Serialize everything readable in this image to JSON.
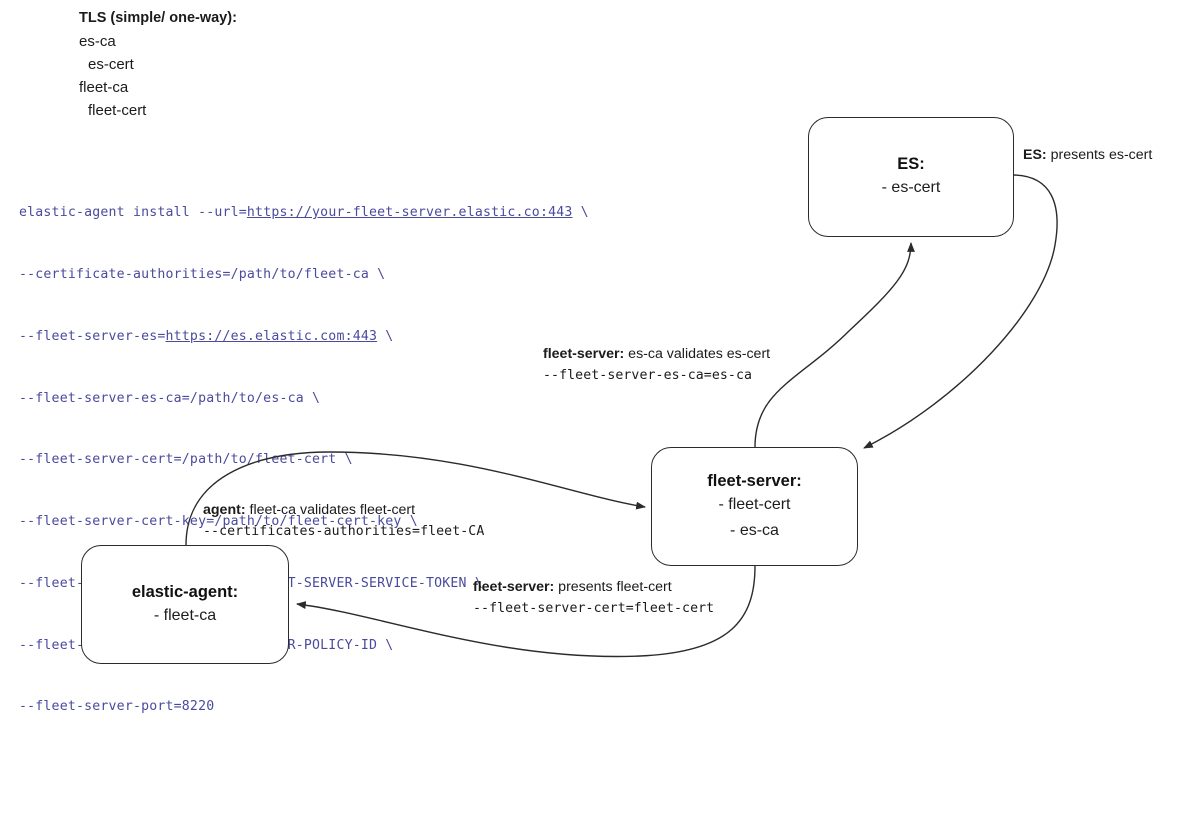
{
  "legend": {
    "title": "TLS (simple/ one-way):",
    "lines": [
      {
        "text": "es-ca",
        "indent": false
      },
      {
        "text": "es-cert",
        "indent": true
      },
      {
        "text": "fleet-ca",
        "indent": false
      },
      {
        "text": "fleet-cert",
        "indent": true
      }
    ]
  },
  "command": {
    "line1_pre": "elastic-agent install --url=",
    "line1_url": "https://your-fleet-server.elastic.co:443",
    "line1_post": " \\",
    "line2": "--certificate-authorities=/path/to/fleet-ca \\",
    "line3_pre": "--fleet-server-es=",
    "line3_url": "https://es.elastic.com:443",
    "line3_post": " \\",
    "line4": "--fleet-server-es-ca=/path/to/es-ca \\",
    "line5": "--fleet-server-cert=/path/to/fleet-cert \\",
    "line6": "--fleet-server-cert-key=/path/to/fleet-cert-key \\",
    "line7": "--fleet-server-service-token=FLEET-SERVER-SERVICE-TOKEN \\",
    "line8": "--fleet-server-policy=FLEET-SERVER-POLICY-ID \\",
    "line9": "--fleet-server-port=8220"
  },
  "nodes": {
    "es": {
      "title": "ES:",
      "lines": [
        "- es-cert"
      ]
    },
    "fleet_server": {
      "title": "fleet-server:",
      "lines": [
        "- fleet-cert",
        "- es-ca"
      ]
    },
    "elastic_agent": {
      "title": "elastic-agent:",
      "lines": [
        "- fleet-ca"
      ]
    }
  },
  "edges": {
    "es_presents": {
      "bold": "ES:",
      "text": " presents es-cert"
    },
    "fs_validates_es": {
      "bold": "fleet-server:",
      "text": " es-ca validates es-cert",
      "mono": "--fleet-server-es-ca=es-ca"
    },
    "agent_validates_fleet": {
      "bold": "agent:",
      "text": " fleet-ca validates fleet-cert",
      "mono": "--certificates-authorities=fleet-CA"
    },
    "fs_presents_fleet_cert": {
      "bold": "fleet-server:",
      "text": " presents fleet-cert",
      "mono": "--fleet-server-cert=fleet-cert"
    }
  },
  "colors": {
    "command_text": "#4a4a9e",
    "stroke": "#2b2b2b",
    "text": "#1b1b1b",
    "background": "#ffffff"
  }
}
